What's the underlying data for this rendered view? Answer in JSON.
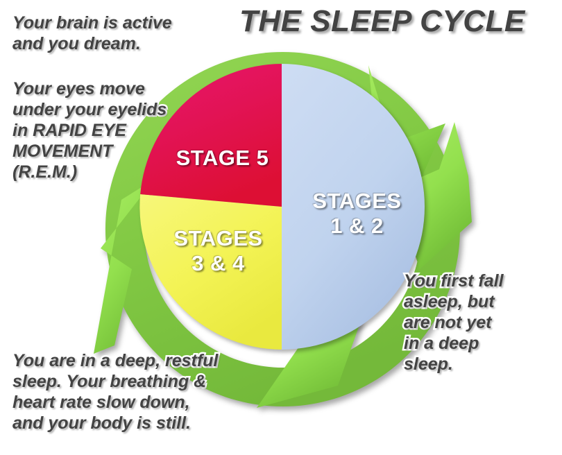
{
  "title": "THE SLEEP CYCLE",
  "colors": {
    "ring_green": "#85cc46",
    "arrow_green": "#9be554",
    "arrow_green_dark": "#72bf3a",
    "stage5_pink": "#e8156b",
    "stage5_red": "#e00f39",
    "stages12_blue": "#c2d4ef",
    "stages12_blue_dark": "#a9bfe2",
    "stages34_yellow": "#f4f45a",
    "text_dark": "#434343",
    "text_white": "#ffffff"
  },
  "captions": {
    "rem_dream": "Your brain is active\nand you dream.",
    "rem_eyes": "Your eyes move\nunder your eyelids\nin RAPID EYE\nMOVEMENT\n(R.E.M.)",
    "deep_sleep": "You are in a deep, restful\nsleep. Your breathing &\nheart rate slow down,\nand your body is still.",
    "light_sleep": "You first fall\nasleep, but\nare not yet\nin a deep\nsleep."
  },
  "chart_data": {
    "type": "pie",
    "title": "THE SLEEP CYCLE",
    "categories": [
      "STAGES 1 & 2",
      "STAGES 3 & 4",
      "STAGE 5"
    ],
    "values": [
      50,
      25,
      25
    ],
    "labels": [
      "STAGES\n1 & 2",
      "STAGES\n3 & 4",
      "STAGE 5"
    ],
    "colors": [
      "#c2d4ef",
      "#f4f45a",
      "#e0124f"
    ],
    "start_angles_deg": [
      0,
      180,
      265
    ],
    "end_angles_deg": [
      180,
      265,
      360
    ],
    "legend": "none",
    "grid": false,
    "annotations": [
      "Your brain is active and you dream.",
      "Your eyes move under your eyelids in RAPID EYE MOVEMENT (R.E.M.)",
      "You are in a deep, restful sleep. Your breathing & heart rate slow down, and your body is still.",
      "You first fall asleep, but are not yet in a deep sleep."
    ]
  },
  "pie": {
    "stage5": "STAGE 5",
    "stages12": "STAGES\n1 & 2",
    "stages34": "STAGES\n3 & 4"
  },
  "ring": {
    "arrow_ne": "cycle-arrow-northeast",
    "arrow_e": "cycle-arrow-east",
    "arrow_s": "cycle-arrow-south",
    "arrow_w": "cycle-arrow-west"
  }
}
